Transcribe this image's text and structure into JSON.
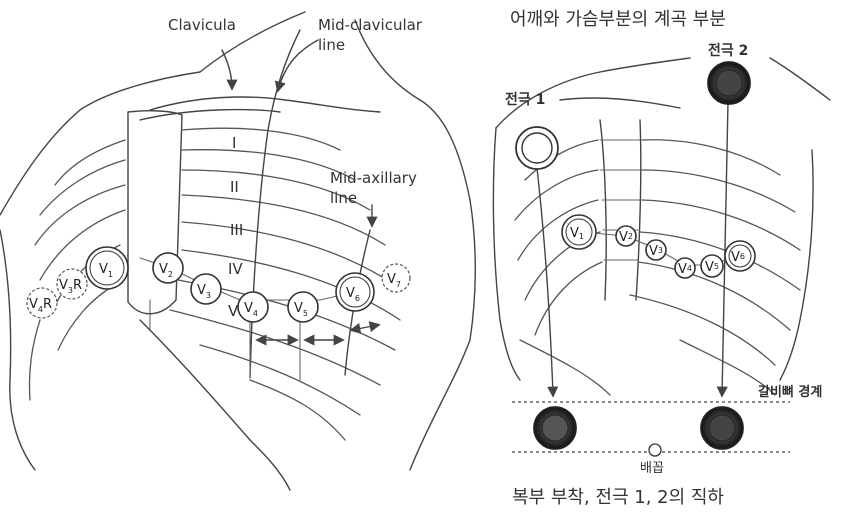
{
  "left": {
    "labels": {
      "clavicula": "Clavicula",
      "mid_clavicular": [
        "Mid-clavicular",
        "line"
      ],
      "mid_axillary": [
        "Mid-axillary",
        "line"
      ]
    },
    "ribs": [
      "I",
      "II",
      "III",
      "IV",
      "V"
    ],
    "electrodes": [
      {
        "base": "V",
        "sub": "1"
      },
      {
        "base": "V",
        "sub": "2"
      },
      {
        "base": "V",
        "sub": "3"
      },
      {
        "base": "V",
        "sub": "4"
      },
      {
        "base": "V",
        "sub": "5"
      },
      {
        "base": "V",
        "sub": "6"
      },
      {
        "base": "V",
        "sub": "7"
      },
      {
        "base": "V",
        "sub": "3",
        "suffix": "R"
      },
      {
        "base": "V",
        "sub": "4",
        "suffix": "R"
      }
    ]
  },
  "right": {
    "title": "어깨와 가슴부분의 계곡 부분",
    "electrode1_label": "전극 1",
    "electrode2_label": "전극 2",
    "precordial": [
      {
        "base": "V",
        "sub": "1"
      },
      {
        "base": "V",
        "sub": "2"
      },
      {
        "base": "V",
        "sub": "3"
      },
      {
        "base": "V",
        "sub": "4"
      },
      {
        "base": "V",
        "sub": "5"
      },
      {
        "base": "V",
        "sub": "6"
      }
    ],
    "rib_border": "갈비뼈 경계",
    "navel": "배꼽",
    "caption": "복부 부착, 전극 1, 2의 직하"
  }
}
